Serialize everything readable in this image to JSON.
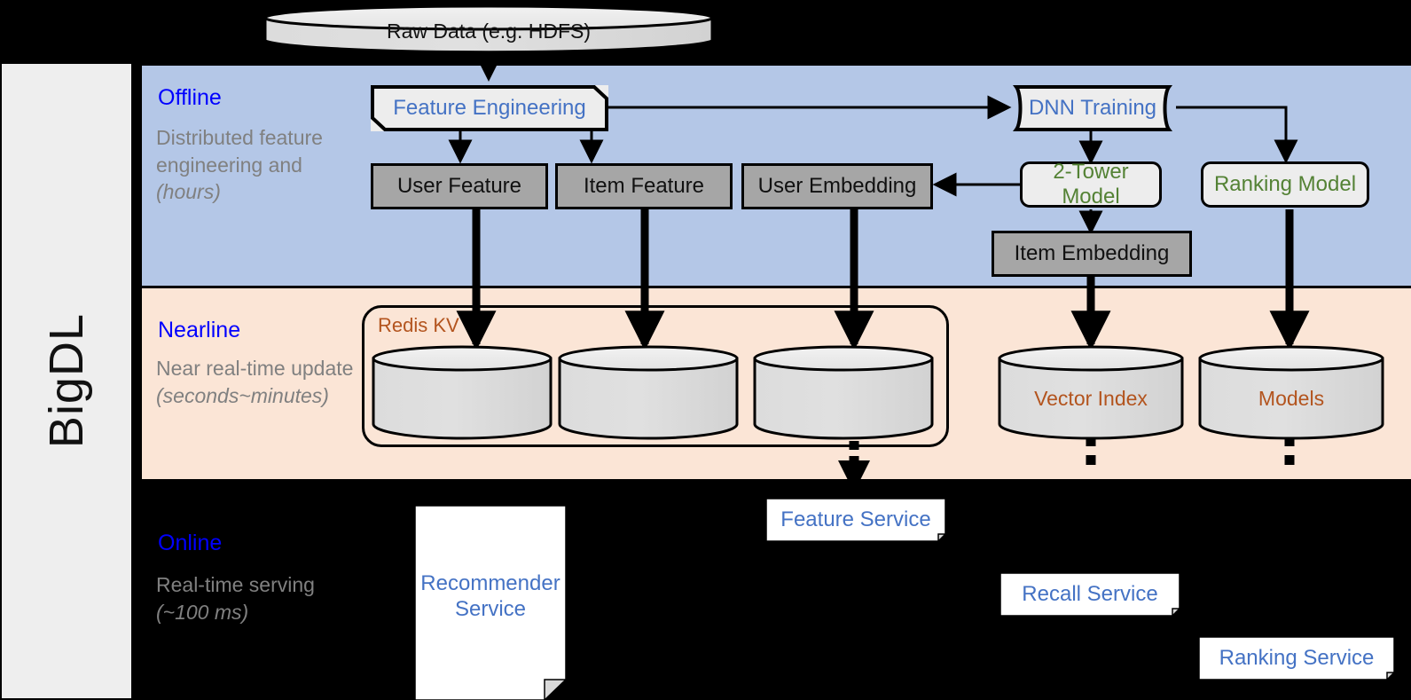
{
  "rail": {
    "label": "BigDL"
  },
  "bands": {
    "offline": {
      "title": "Offline",
      "subtitle": "Distributed feature engineering and ",
      "subtitle_italic": "(hours)"
    },
    "nearline": {
      "title": "Nearline",
      "subtitle": "Near real-time update ",
      "subtitle_italic": "(seconds~minutes)"
    },
    "online": {
      "title": "Online",
      "subtitle": "Real-time serving ",
      "subtitle_italic": "(~100 ms)"
    }
  },
  "source": {
    "raw_data": "Raw Data (e.g. HDFS)"
  },
  "offline": {
    "feature_engineering": "Feature Engineering",
    "dnn_training": "DNN Training",
    "user_feature": "User Feature",
    "item_feature": "Item Feature",
    "user_embedding": "User Embedding",
    "two_tower_model": "2-Tower Model",
    "ranking_model": "Ranking Model",
    "item_embedding": "Item Embedding"
  },
  "nearline": {
    "redis_label": "Redis KV",
    "store_user_feature": "",
    "store_item_feature": "",
    "store_user_embedding": "",
    "vector_index": "Vector Index",
    "models": "Models"
  },
  "online": {
    "recommender_service_line1": "Recommender",
    "recommender_service_line2": "Service",
    "feature_service": "Feature Service",
    "recall_service": "Recall Service",
    "ranking_service": "Ranking Service"
  },
  "colors": {
    "offline_band": "#b4c7e7",
    "nearline_band": "#fbe5d6",
    "online_band": "#000000",
    "band_title": "#0000ff",
    "band_subtitle": "#808080",
    "blue_text": "#4472c4",
    "green_text": "#548235",
    "orange_text": "#b3541e",
    "gray_box": "#a6a6a6",
    "light_box": "#ededed",
    "rail": "#eeeeee"
  }
}
